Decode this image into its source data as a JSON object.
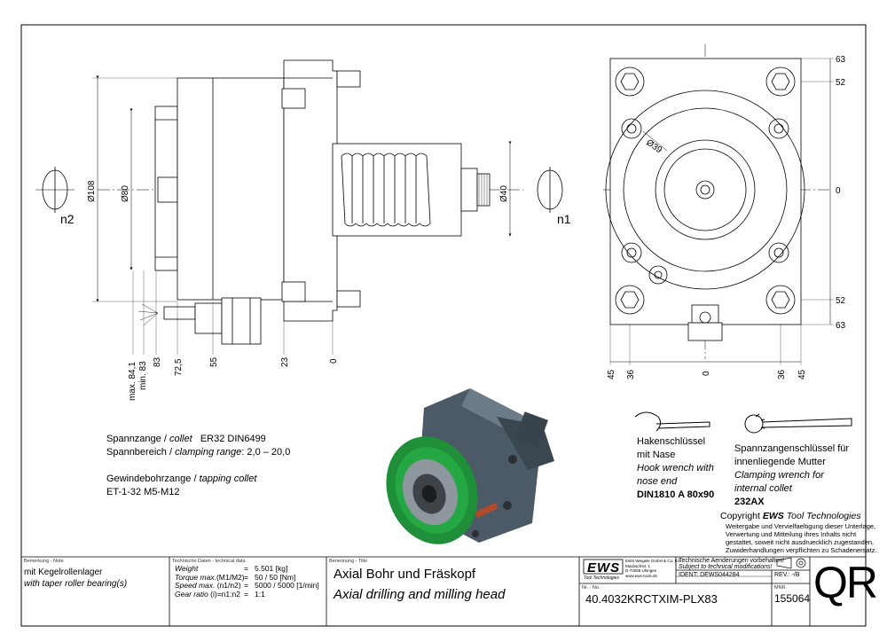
{
  "dimensions": {
    "side_d108": "Ø108",
    "side_d80": "Ø80",
    "side_d40": "Ø40",
    "front_d39": "Ø39",
    "n1": "n1",
    "n2": "n2",
    "bottom": [
      "max. 84,1",
      "min. 83",
      "83",
      "72,5",
      "55",
      "23",
      "0"
    ],
    "front_right": [
      "63",
      "52",
      "0",
      "52",
      "63"
    ],
    "front_bottom": [
      "45",
      "36",
      "0",
      "36",
      "45"
    ]
  },
  "notes": {
    "collet": {
      "label": "Spannzange /",
      "label_en": "collet",
      "value": "ER32   DIN6499"
    },
    "range": {
      "label": "Spannbereich /",
      "label_en": "clamping range",
      "value": ": 2,0 – 20,0"
    },
    "tapping": {
      "label": "Gewindebohrzange /",
      "label_en": "tapping collet"
    },
    "tapping_value": "ET-1-32   M5-M12"
  },
  "wrench_hook": {
    "de1": "Hakenschlüssel",
    "de2": "mit Nase",
    "en1": "Hook wrench with",
    "en2": "nose end",
    "part": "DIN1810 A 80x90"
  },
  "wrench_clamp": {
    "de1": "Spannzangenschlüssel für",
    "de2": "innenliegende Mutter",
    "en1": "Clamping wrench for",
    "en2": "internal collet",
    "part": "232AX"
  },
  "copyright": {
    "line1_prefix": "Copyright ",
    "line1_brand": "EWS",
    "line1_suffix": " Tool Technologies",
    "lines": [
      "Weitergabe und Vervielfaeltigung dieser Unterlage,",
      "Verwertung und Mitteilung ihres Inhalts nicht",
      "gestattet, soweit nicht ausdruecklich zugestanden.",
      "Zuwiderhandlungen verpflichten zu Schadenersatz."
    ]
  },
  "titleblock": {
    "remarks_hdr": "Bemerkung - Note",
    "remarks_de": "mit Kegelrollenlager",
    "remarks_en": "with taper roller bearing(s)",
    "tech_hdr": "Technische Daten - technical data",
    "tech_rows": [
      {
        "k": "Weight",
        "sep": "=",
        "v": "5.501 [kg]"
      },
      {
        "k": "Torque max.",
        "u": "(M1/M2)",
        "sep": "=",
        "v": "50 / 50 [Nm]"
      },
      {
        "k": "Speed max.",
        "u": "(n1/n2)",
        "sep": "=",
        "v": "5000 / 5000 [1/min]"
      },
      {
        "k": "Gear ratio",
        "u": "(i)=n1:n2",
        "sep": "=",
        "v": "1:1"
      }
    ],
    "title_hdr": "Benennung - Title",
    "title_de": "Axial Bohr und Fräskopf",
    "title_en": "Axial drilling and milling head",
    "logo": "EWS",
    "logo_sub": "Tool Technologies",
    "address": [
      "EWS Weigele GmbH & Co. KG",
      "Maybachstr. 1",
      "D-73066 Uhingen",
      "www.ews-tools.de"
    ],
    "change_de": "Technische Aenderungen vorbehalten!",
    "change_en": "Subject to technical modifications!",
    "ident_label": "IDENT:",
    "ident": "DEWS044284",
    "rev_label": "REV.:",
    "rev": "-/B",
    "nr_hdr": "Nr. - No.",
    "number": "40.4032KRCTXIM-PLX83",
    "mnr_hdr": "MNR.",
    "mnr": "155064",
    "qr": "QR"
  }
}
